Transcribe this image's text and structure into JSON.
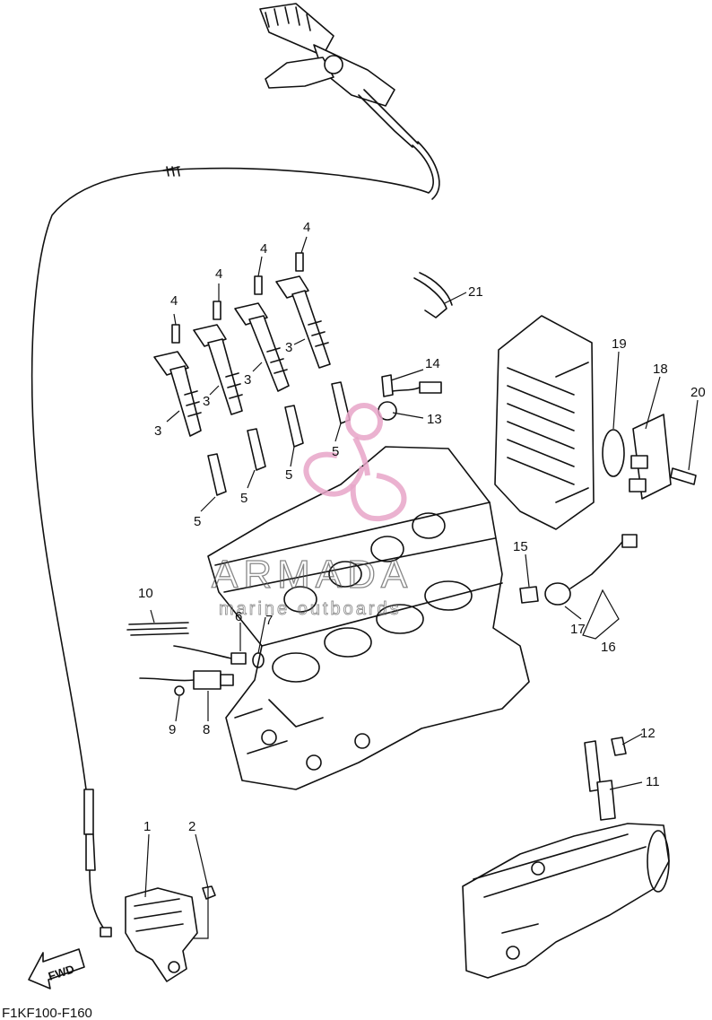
{
  "diagram": {
    "code": "F1KF100-F160",
    "fwd_label": "FWD",
    "watermark": {
      "brand": "ARMADA",
      "tagline": "marine outboards",
      "accent": "#e8a4c8"
    },
    "callouts": [
      {
        "id": "c1",
        "text": "1"
      },
      {
        "id": "c2",
        "text": "2"
      },
      {
        "id": "c3a",
        "text": "3"
      },
      {
        "id": "c3b",
        "text": "3"
      },
      {
        "id": "c3c",
        "text": "3"
      },
      {
        "id": "c3d",
        "text": "3"
      },
      {
        "id": "c4a",
        "text": "4"
      },
      {
        "id": "c4b",
        "text": "4"
      },
      {
        "id": "c4c",
        "text": "4"
      },
      {
        "id": "c4d",
        "text": "4"
      },
      {
        "id": "c5a",
        "text": "5"
      },
      {
        "id": "c5b",
        "text": "5"
      },
      {
        "id": "c5c",
        "text": "5"
      },
      {
        "id": "c5d",
        "text": "5"
      },
      {
        "id": "c6",
        "text": "6"
      },
      {
        "id": "c7",
        "text": "7"
      },
      {
        "id": "c8",
        "text": "8"
      },
      {
        "id": "c9",
        "text": "9"
      },
      {
        "id": "c10",
        "text": "10"
      },
      {
        "id": "c11",
        "text": "11"
      },
      {
        "id": "c12",
        "text": "12"
      },
      {
        "id": "c13",
        "text": "13"
      },
      {
        "id": "c14",
        "text": "14"
      },
      {
        "id": "c15",
        "text": "15"
      },
      {
        "id": "c16",
        "text": "16"
      },
      {
        "id": "c17",
        "text": "17"
      },
      {
        "id": "c18",
        "text": "18"
      },
      {
        "id": "c19",
        "text": "19"
      },
      {
        "id": "c20",
        "text": "20"
      },
      {
        "id": "c21",
        "text": "21"
      }
    ]
  }
}
